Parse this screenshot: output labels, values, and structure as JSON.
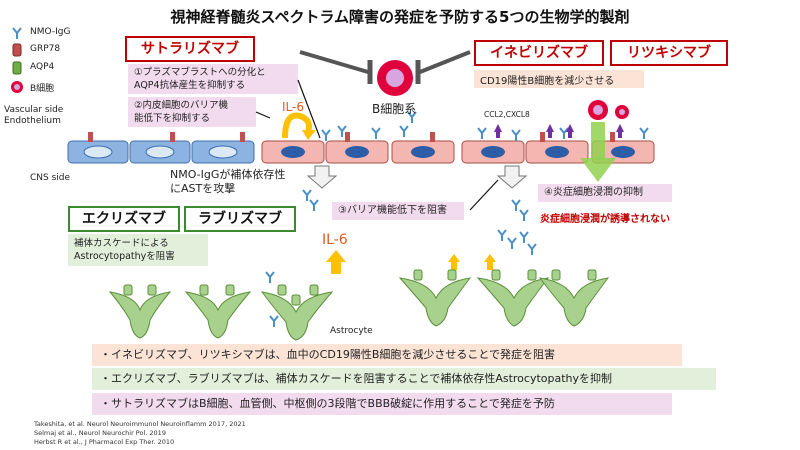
{
  "title": "視神経脊髄炎スペクトラム障害の発症を予防する5つの生物学的製剤",
  "legend": [
    {
      "label": "NMO-IgG",
      "icon": "antibody-icon",
      "color": "#4a90c8"
    },
    {
      "label": "GRP78",
      "icon": "cylinder-icon",
      "color": "#c0504d"
    },
    {
      "label": "AQP4",
      "icon": "cylinder-icon",
      "color": "#70ad47"
    },
    {
      "label": "B細胞",
      "icon": "b-cell-icon",
      "color": "#e0003c"
    }
  ],
  "drugs": {
    "satralizumab": "サトラリズマブ",
    "inebilizumab": "イネビリズマブ",
    "rituximab": "リツキシマブ",
    "eculizumab": "エクリズマブ",
    "ravulizumab": "ラブリズマブ"
  },
  "notes": {
    "satra_1": "①プラズマブラストへの分化と\nAQP4抗体産生を抑制する",
    "satra_2": "②内皮細胞のバリア機\n能低下を抑制する",
    "cd19": "CD19陽性B細胞を減少させる",
    "barrier": "③バリア機能低下を阻害",
    "inflam": "④炎症細胞浸潤の抑制",
    "inflam_red": "炎症細胞浸潤が誘導されない",
    "complement": "補体カスケードによる\nAstrocytopathyを阻害"
  },
  "labels": {
    "b_cell_system": "B細胞系",
    "il6_top": "IL-6",
    "il6_mid": "IL-6",
    "ccl": "CCL2,CXCL8",
    "vascular": "Vascular side\nEndothelium",
    "cns": "CNS side",
    "nmo_attack": "NMO-IgGが補体依存性\nにASTを攻撃",
    "astrocyte": "Astrocyte"
  },
  "summary": [
    "・イネビリズマブ、リツキシマブは、血中のCD19陽性B細胞を減少させることで発症を阻害",
    "・エクリズマブ、ラブリズマブは、補体カスケードを阻害することで補体依存性Astrocytopathyを抑制",
    "・サトラリズマブはB細胞、血管側、中枢側の3段階でBBB破綻に作用することで発症を予防"
  ],
  "references": [
    "Takeshita, et al. Neurol Neuroimmunol Neuroinflamm 2017, 2021",
    "Selmaj et al., Neurol Neurochir Pol. 2019",
    "Herbst R et al., J Pharmacol Exp Ther. 2010"
  ],
  "colors": {
    "drug_red": "#c00000",
    "drug_green": "#3b8a2e",
    "pink_note": "#f3dbef",
    "peach_note": "#fbe3d6",
    "green_note": "#e2efda",
    "cell_blue": "#8db3e2",
    "cell_pink": "#f4b6b0",
    "astrocyte": "#a9d18e",
    "arrow_yellow": "#ffc000",
    "arrow_green": "#92d050"
  }
}
